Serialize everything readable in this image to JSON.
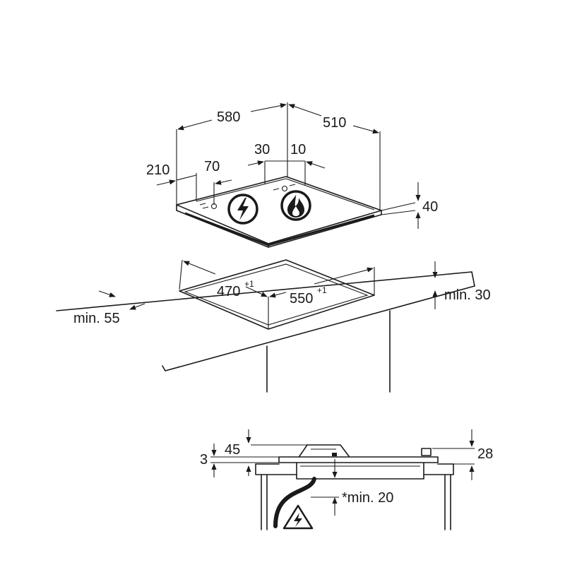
{
  "labels": {
    "width": "580",
    "depth": "510",
    "left_offset": "210",
    "left_inset": "70",
    "back_offset": "30",
    "back_inset": "10",
    "hob_height": "40",
    "cutout_depth": "470",
    "cutout_depth_tol": "+1",
    "cutout_width": "550",
    "cutout_width_tol": "+1",
    "front_clearance": "min. 55",
    "rear_clearance": "min. 30",
    "section_left_small": "3",
    "section_burner_height": "45",
    "section_right_height": "28",
    "section_below_clearance": "*min. 20"
  },
  "icons": {
    "electric": "lightning-bolt-icon",
    "gas": "flame-icon",
    "warning": "electric-hazard-warning-icon"
  }
}
